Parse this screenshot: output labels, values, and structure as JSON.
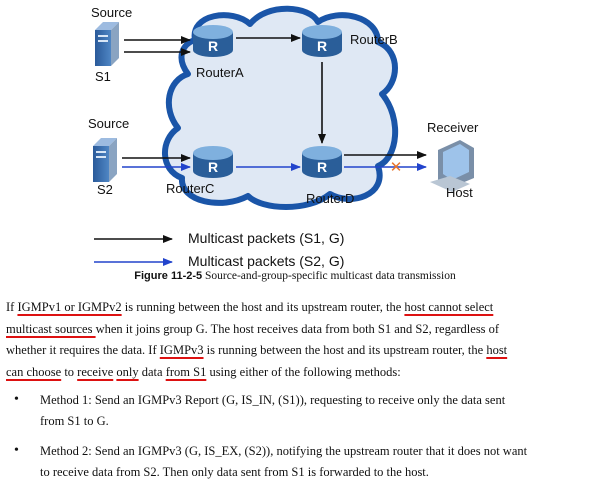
{
  "diagram": {
    "source1_label": "Source",
    "s1_label": "S1",
    "source2_label": "Source",
    "s2_label": "S2",
    "routerA_label": "RouterA",
    "routerB_label": "RouterB",
    "routerC_label": "RouterC",
    "routerD_label": "RouterD",
    "receiver_label": "Receiver",
    "host_label": "Host",
    "router_glyph": "R",
    "blocked_mark": "✕",
    "colors": {
      "s1_path": "#111111",
      "s2_path": "#2244cc",
      "blocked": "#e8742c",
      "cloud_fill": "#dfe8f4",
      "cloud_edge": "#1a55a8",
      "router_fill": "#3c78b4"
    }
  },
  "legend": [
    {
      "label": "Multicast packets (S1, G)",
      "color": "#111111"
    },
    {
      "label": "Multicast packets (S2, G)",
      "color": "#2244cc"
    }
  ],
  "caption": {
    "number": "Figure 11-2-5",
    "title": "Source-and-group-specific multicast data transmission"
  },
  "paragraph": {
    "p1": "If ",
    "p2": "IGMPv1 or IGMPv2",
    "p3": " is running between the host and its upstream router, the ",
    "p4": "host cannot select",
    "p5": "multicast sources ",
    "p6": "when it joins group G. The host receives data from both S1 and S2, regardless of",
    "p7": "whether it requires the data. If ",
    "p8": "IGMPv3",
    "p9": " is running between the host and its upstream router, the ",
    "p10": "host",
    "p11": "can choose",
    "p12": " to ",
    "p13": "receive",
    "p14": " ",
    "p15": "only",
    "p16": " data ",
    "p17": "from S1",
    "p18": " using either of the following methods:"
  },
  "methods": [
    {
      "line1": "Method 1: Send an IGMPv3 Report (G, IS_IN, (S1)), requesting to receive only the data sent",
      "line2": "from S1 to G."
    },
    {
      "line1": "Method 2: Send an IGMPv3 (G, IS_EX, (S2)), notifying the upstream router that it does not want",
      "line2": "to receive data from S2. Then only data sent from S1 is forwarded to the host."
    }
  ]
}
